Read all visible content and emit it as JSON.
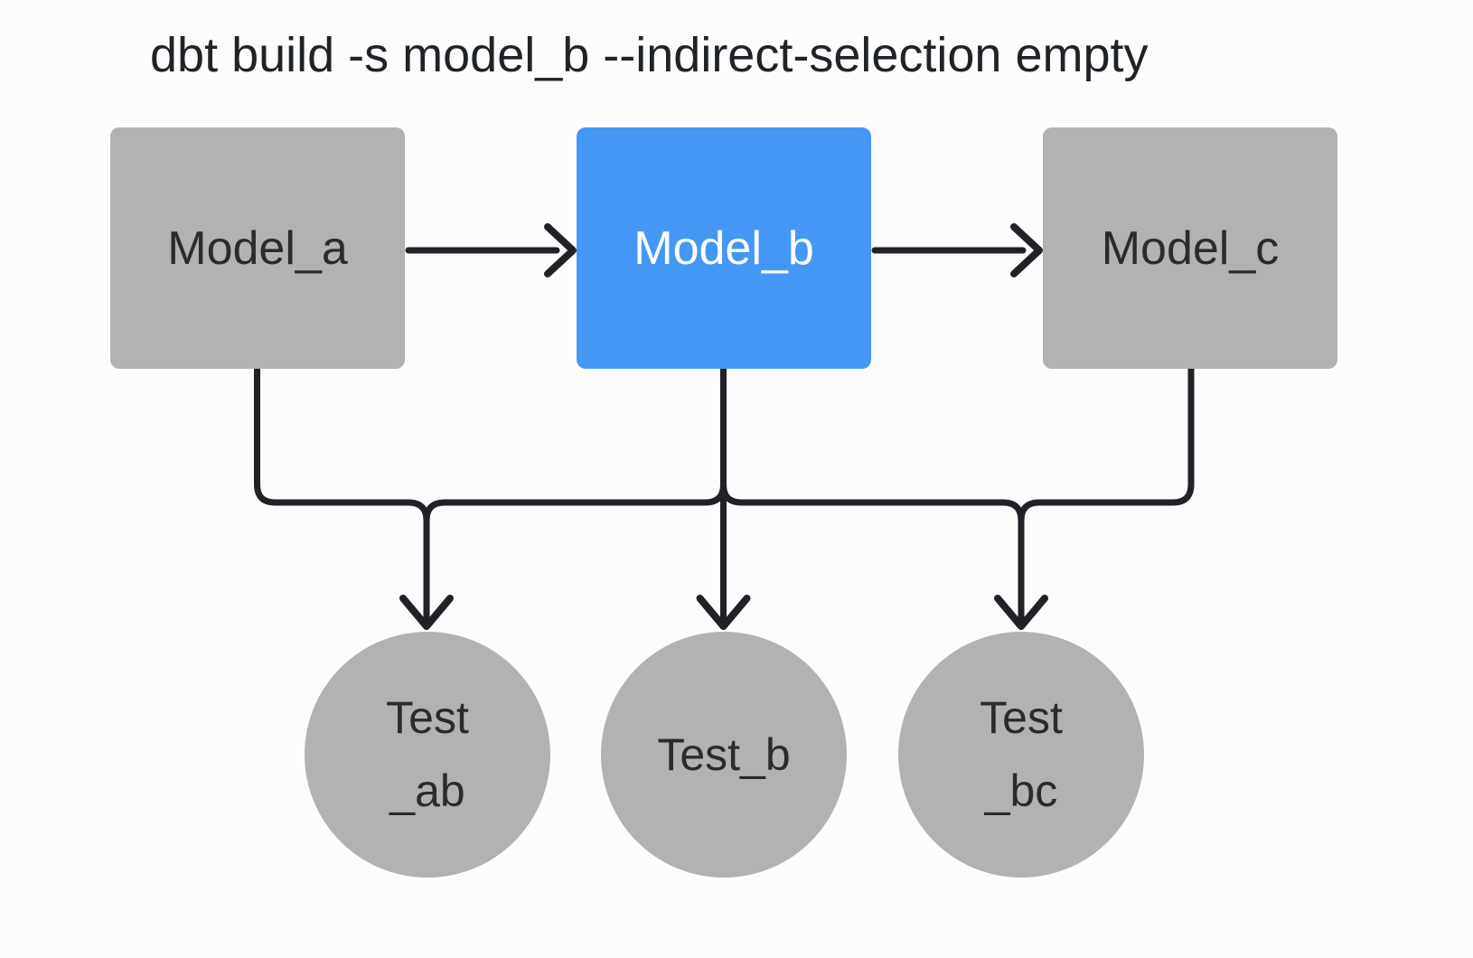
{
  "title": "dbt build -s model_b --indirect-selection empty",
  "nodes": {
    "model_a": {
      "label": "Model_a",
      "type": "model",
      "selected": false
    },
    "model_b": {
      "label": "Model_b",
      "type": "model",
      "selected": true
    },
    "model_c": {
      "label": "Model_c",
      "type": "model",
      "selected": false
    },
    "test_ab": {
      "line1": "Test",
      "line2": "_ab",
      "type": "test",
      "selected": false
    },
    "test_b": {
      "label": "Test_b",
      "type": "test",
      "selected": false
    },
    "test_bc": {
      "line1": "Test",
      "line2": "_bc",
      "type": "test",
      "selected": false
    }
  },
  "edges": [
    {
      "from": "model_a",
      "to": "model_b"
    },
    {
      "from": "model_b",
      "to": "model_c"
    },
    {
      "from": "model_a",
      "to": "test_ab"
    },
    {
      "from": "model_b",
      "to": "test_ab"
    },
    {
      "from": "model_b",
      "to": "test_b"
    },
    {
      "from": "model_b",
      "to": "test_bc"
    },
    {
      "from": "model_c",
      "to": "test_bc"
    }
  ],
  "colors": {
    "background": "#fcfcfc",
    "node_gray": "#b3b2b2",
    "selected_blue": "#4597f6",
    "edge_stroke": "#202227",
    "title_text": "#1f2328",
    "node_text": "#2a2b2e",
    "selected_node_text": "#ffffff"
  }
}
